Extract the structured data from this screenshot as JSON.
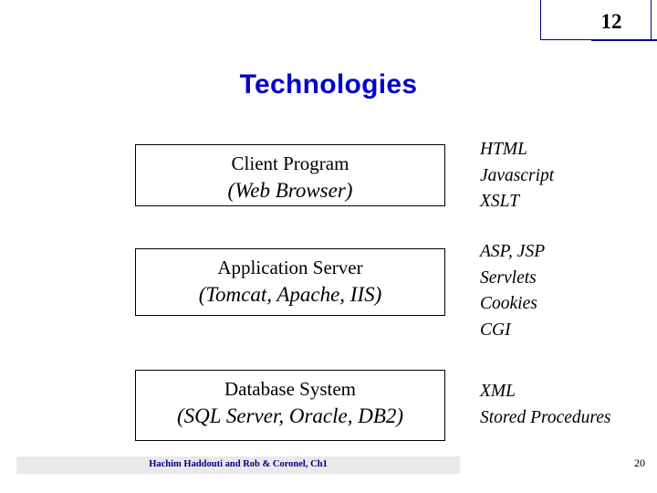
{
  "corner": {
    "number": "12"
  },
  "title": "Technologies",
  "rows": [
    {
      "layer_name": "Client Program",
      "layer_examples": "(Web Browser)",
      "technologies": "HTML\nJavascript\nXSLT"
    },
    {
      "layer_name": "Application Server",
      "layer_examples": "(Tomcat, Apache, IIS)",
      "technologies": "ASP, JSP\nServlets\nCookies\nCGI"
    },
    {
      "layer_name": "Database System",
      "layer_examples": "(SQL Server, Oracle, DB2)",
      "technologies": "XML\nStored Procedures"
    }
  ],
  "footer": {
    "credit": "Hachim Haddouti and  Rob & Coronel, Ch1",
    "page_number": "20"
  },
  "colors": {
    "title": "#0000cc",
    "footer_text": "#000080",
    "footer_bar": "#e9e9e9",
    "box_border": "#000000"
  }
}
